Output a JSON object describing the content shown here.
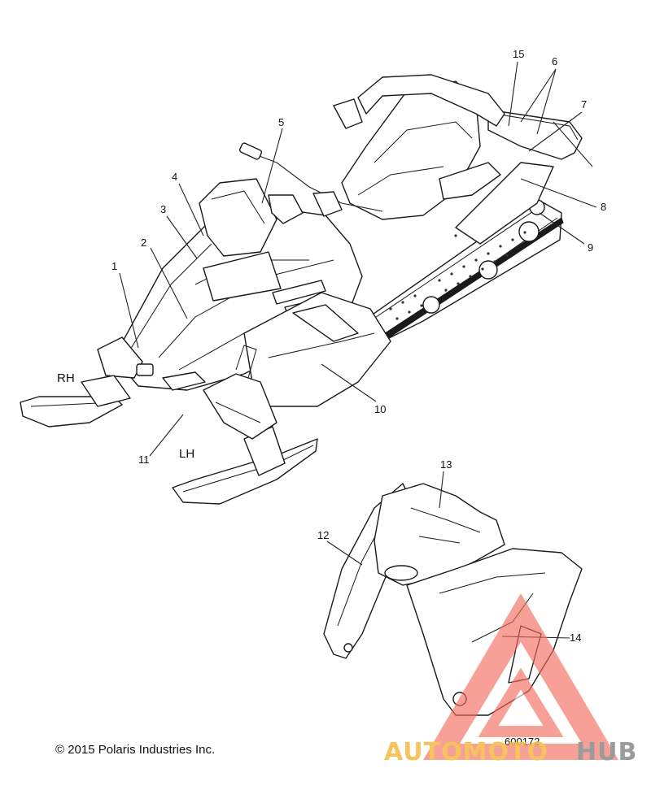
{
  "callouts": {
    "c1": "1",
    "c2": "2",
    "c3": "3",
    "c4": "4",
    "c5": "5",
    "c6": "6",
    "c7": "7",
    "c8": "8",
    "c9": "9",
    "c10": "10",
    "c11": "11",
    "c12": "12",
    "c13": "13",
    "c14": "14",
    "c15": "15"
  },
  "side_labels": {
    "rh": "RH",
    "lh": "LH"
  },
  "footer": {
    "copyright": "© 2015 Polaris Industries Inc.",
    "drawing_number": "600172"
  },
  "watermark": {
    "part1": "AUTOMOTO",
    "part2": "HUB",
    "colors": {
      "primary": "#f5b941",
      "secondary": "#8a8a8a",
      "triangle": "#f36b5c"
    }
  }
}
